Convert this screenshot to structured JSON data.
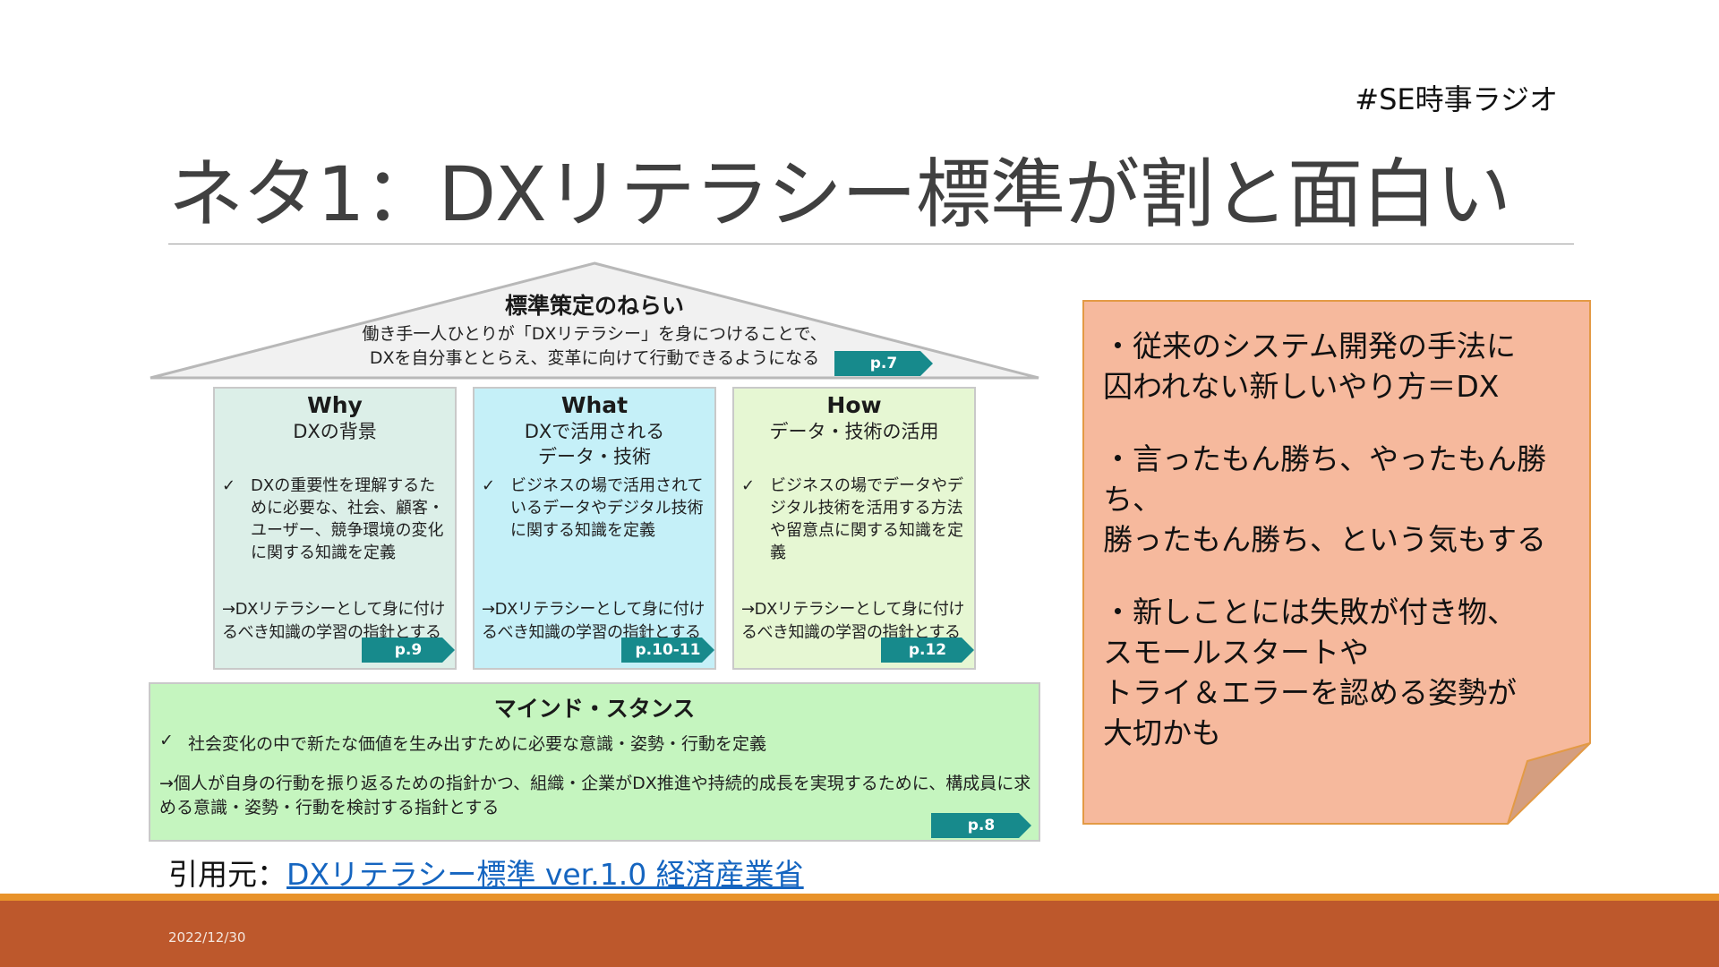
{
  "hashtag": "#SE時事ラジオ",
  "title": "ネタ1：DXリテラシー標準が割と面白い",
  "diagram": {
    "roof": {
      "title": "標準策定のねらい",
      "line1": "働き手一人ひとりが「DXリテラシー」を身につけることで、",
      "line2": "DXを自分事ととらえ、変革に向けて行動できるようになる",
      "page": "p.7"
    },
    "pillars": [
      {
        "head": "Why",
        "sub": "DXの背景",
        "item": "DXの重要性を理解するために必要な、社会、顧客・ユーザー、競争環境の変化に関する知識を定義",
        "arrow": "→DXリテラシーとして身に付けるべき知識の学習の指針とする",
        "page": "p.9",
        "bg": "#dcefe8"
      },
      {
        "head": "What",
        "sub": "DXで活用される\nデータ・技術",
        "item": "ビジネスの場で活用されているデータやデジタル技術に関する知識を定義",
        "arrow": "→DXリテラシーとして身に付けるべき知識の学習の指針とする",
        "page": "p.10-11",
        "bg": "#c5f0f8"
      },
      {
        "head": "How",
        "sub": "データ・技術の活用",
        "item": "ビジネスの場でデータやデジタル技術を活用する方法や留意点に関する知識を定義",
        "arrow": "→DXリテラシーとして身に付けるべき知識の学習の指針とする",
        "page": "p.12",
        "bg": "#e6f7d3"
      }
    ],
    "mind": {
      "title": "マインド・スタンス",
      "item": "社会変化の中で新たな価値を生み出すために必要な意識・姿勢・行動を定義",
      "arrow": "→個人が自身の行動を振り返るための指針かつ、組織・企業がDX推進や持続的成長を実現するために、構成員に求める意識・姿勢・行動を検討する指針とする",
      "page": "p.8"
    },
    "check_mark": "✓"
  },
  "citation": {
    "label": "引用元：",
    "link": "DXリテラシー標準 ver.1.0 経済産業省"
  },
  "note": {
    "points": [
      "・従来のシステム開発の手法に\n囚われない新しいやり方＝DX",
      "・言ったもん勝ち、やったもん勝ち、\n勝ったもん勝ち、という気もする",
      "・新しことには失敗が付き物、\nスモールスタートや\nトライ＆エラーを認める姿勢が\n大切かも"
    ]
  },
  "footer": {
    "date": "2022/12/30"
  },
  "colors": {
    "tag": "#178a8c",
    "note_fill": "#f6b99d",
    "note_border": "#e39a45",
    "band_top": "#e8922a",
    "band": "#bd582c"
  }
}
